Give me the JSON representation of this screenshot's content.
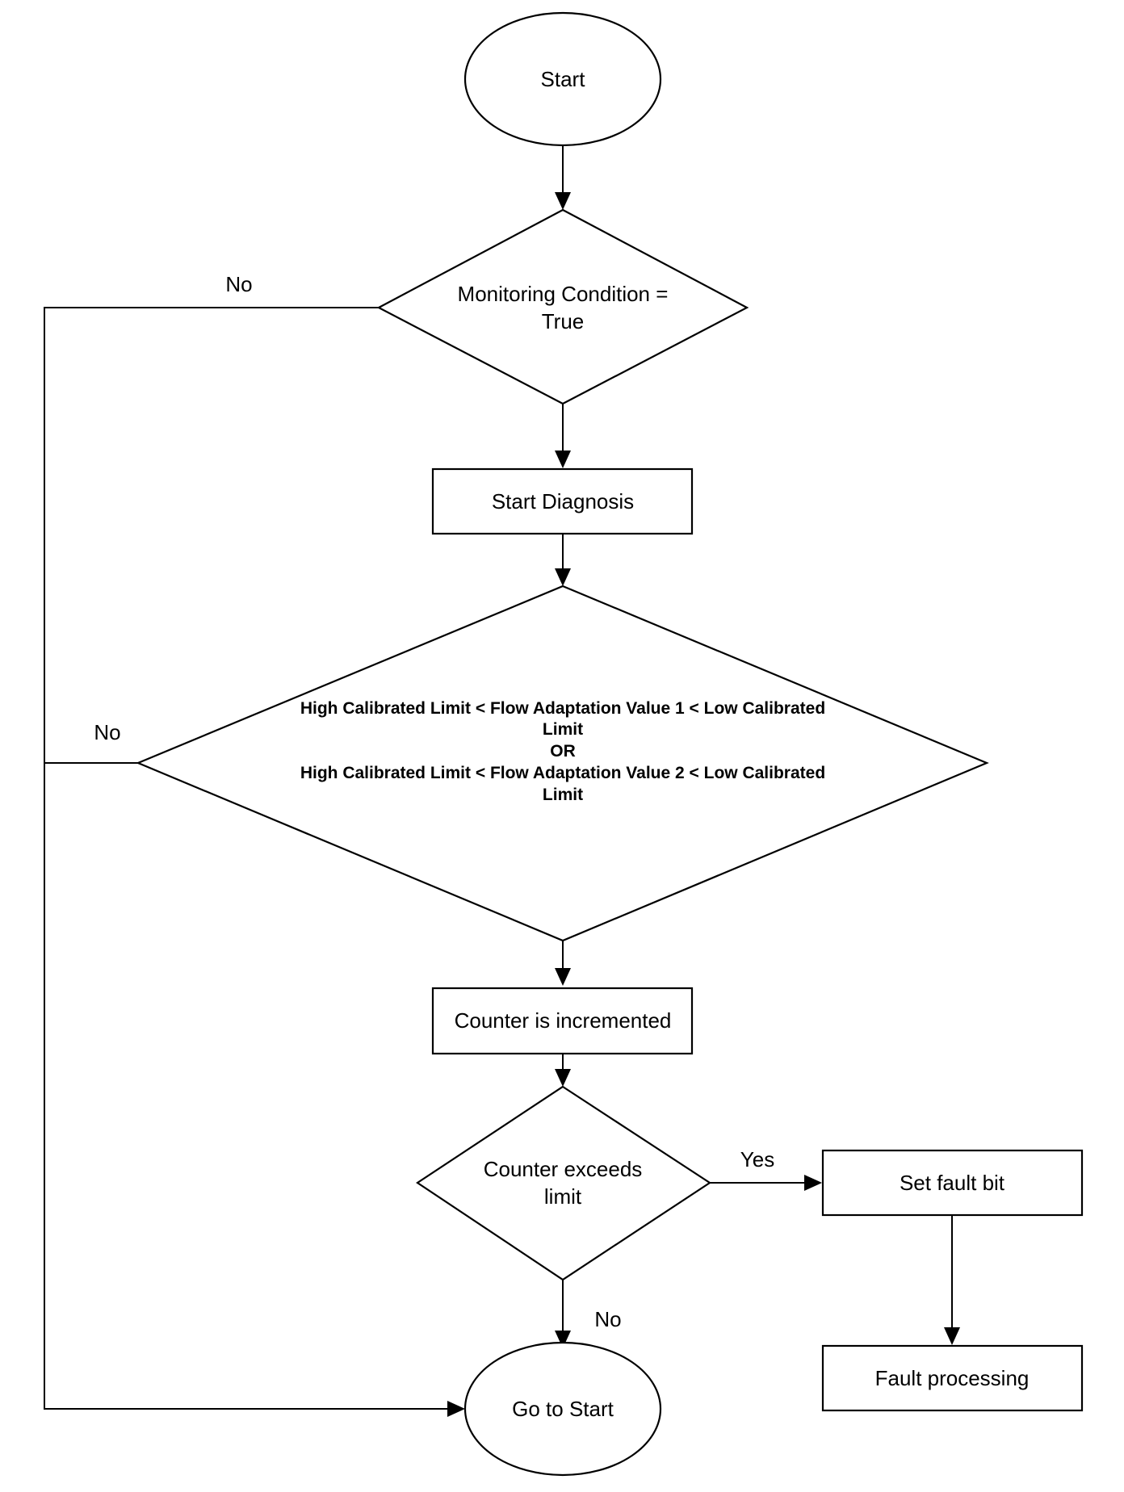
{
  "nodes": {
    "start": "Start",
    "monitoring": [
      "Monitoring Condition =",
      "True"
    ],
    "start_diagnosis": "Start Diagnosis",
    "flow_check": [
      "High Calibrated Limit < Flow Adaptation Value 1 < Low Calibrated",
      "Limit",
      "OR",
      "High Calibrated Limit < Flow Adaptation Value 2 < Low Calibrated",
      "Limit"
    ],
    "counter_increment": "Counter is incremented",
    "counter_limit": [
      "Counter exceeds",
      "limit"
    ],
    "set_fault": "Set fault bit",
    "fault_processing": "Fault processing",
    "go_to_start": "Go to Start"
  },
  "edges": {
    "monitoring_no": "No",
    "flow_no": "No",
    "counter_yes": "Yes",
    "counter_no": "No"
  }
}
